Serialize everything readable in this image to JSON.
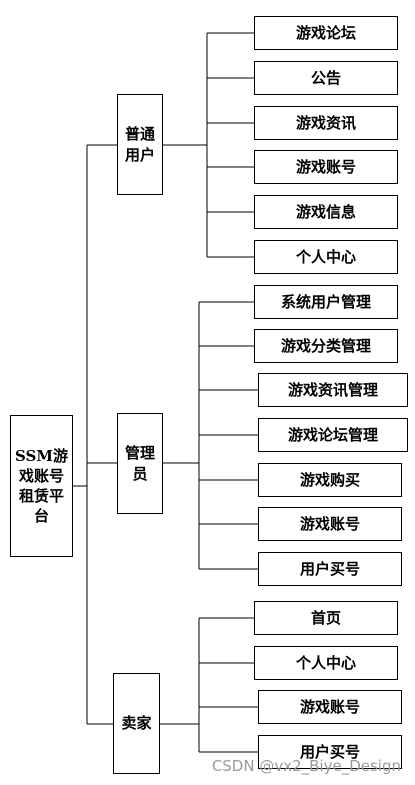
{
  "root": {
    "label": "SSM游戏账号租赁平台"
  },
  "groups": [
    {
      "label": "普通用户",
      "children": [
        "游戏论坛",
        "公告",
        "游戏资讯",
        "游戏账号",
        "游戏信息",
        "个人中心"
      ]
    },
    {
      "label": "管理员",
      "children": [
        "系统用户管理",
        "游戏分类管理",
        "游戏资讯管理",
        "游戏论坛管理",
        "游戏购买",
        "游戏账号",
        "用户买号"
      ]
    },
    {
      "label": "卖家",
      "children": [
        "首页",
        "个人中心",
        "游戏账号",
        "用户买号"
      ]
    }
  ],
  "watermark": "CSDN @vx2_Biye_Design"
}
